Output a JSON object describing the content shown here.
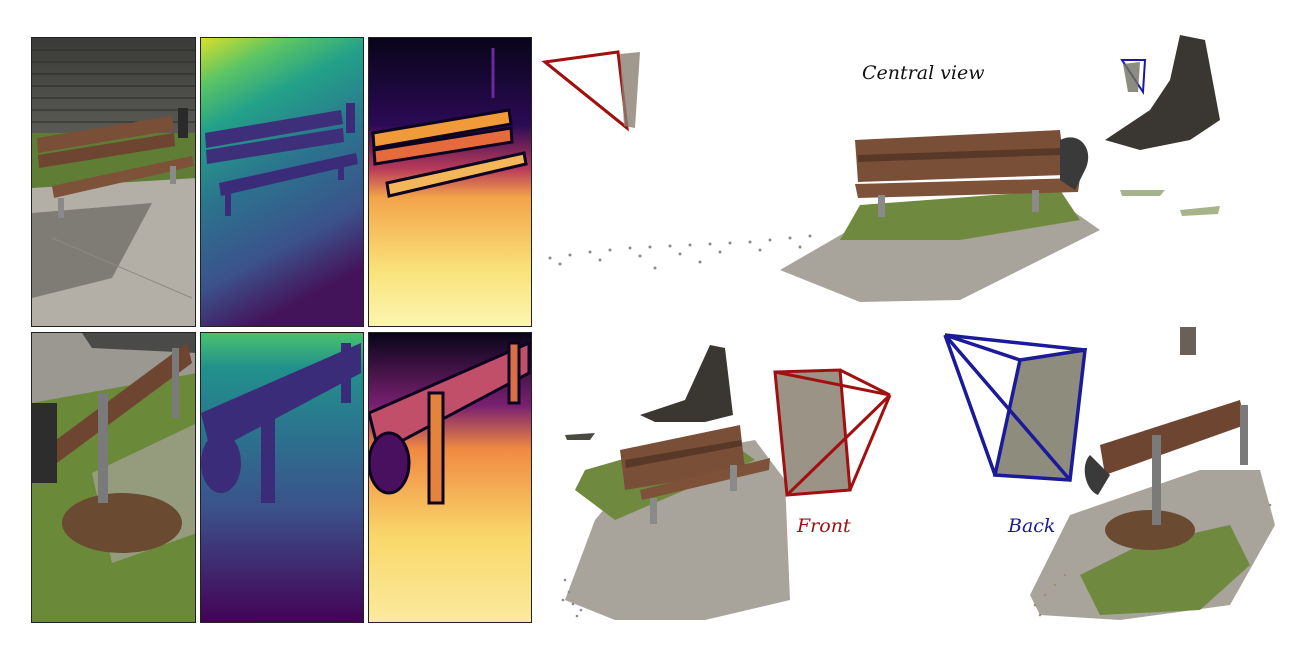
{
  "figure": {
    "grid_description": {
      "columns": [
        "rgb-image",
        "depth-map",
        "confidence-map"
      ],
      "rows": [
        "front-view",
        "back-view"
      ]
    },
    "labels": {
      "central": "Central view",
      "front": "Front",
      "back": "Back"
    },
    "colors": {
      "front_camera": "#a01010",
      "back_camera": "#1a1a9a",
      "wood": "#7a4f38",
      "grass": "#6f8a3e",
      "concrete": "#a8a39a"
    }
  }
}
